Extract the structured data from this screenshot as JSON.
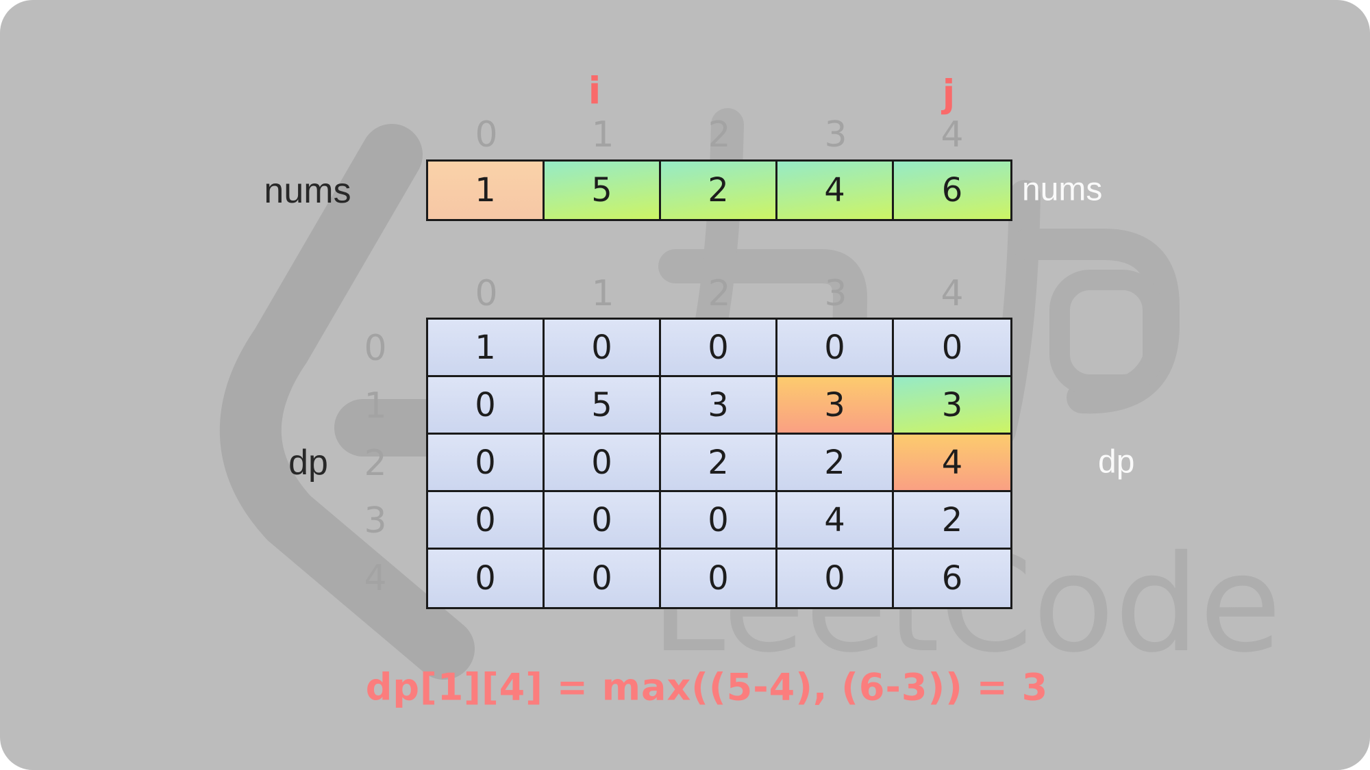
{
  "pointers": {
    "i": "i",
    "j": "j"
  },
  "nums": {
    "label_left": "nums",
    "label_right": "nums",
    "indices": [
      "0",
      "1",
      "2",
      "3",
      "4"
    ],
    "values": [
      "1",
      "5",
      "2",
      "4",
      "6"
    ]
  },
  "dp": {
    "label_left": "dp",
    "label_right": "dp",
    "col_indices": [
      "0",
      "1",
      "2",
      "3",
      "4"
    ],
    "row_indices": [
      "0",
      "1",
      "2",
      "3",
      "4"
    ],
    "rows": [
      [
        "1",
        "0",
        "0",
        "0",
        "0"
      ],
      [
        "0",
        "5",
        "3",
        "3",
        "3"
      ],
      [
        "0",
        "0",
        "2",
        "2",
        "4"
      ],
      [
        "0",
        "0",
        "0",
        "4",
        "2"
      ],
      [
        "0",
        "0",
        "0",
        "0",
        "6"
      ]
    ],
    "highlights": [
      {
        "row": 1,
        "col": 3,
        "style": "orange"
      },
      {
        "row": 1,
        "col": 4,
        "style": "green"
      },
      {
        "row": 2,
        "col": 4,
        "style": "orange"
      }
    ]
  },
  "formula": "dp[1][4] = max((5-4), (6-3)) = 3",
  "watermark": {
    "brand_text": "LeetCode",
    "cn_text": "力扣"
  },
  "colors": {
    "background": "#bcbcbc",
    "watermark_gray": "#aaaaaa",
    "cell_border": "#1a1a1a",
    "peach_cell": "#f8cca8",
    "green_cell_top": "#96eac6",
    "green_cell_bottom": "#cdf465",
    "blue_cell_top": "#dde4f6",
    "blue_cell_bottom": "#ccd6ef",
    "orange_cell_top": "#fccb6e",
    "orange_cell_bottom": "#faa083",
    "pointer_red": "#f96a6a",
    "formula_red": "#fb7d7d",
    "index_gray": "#a3a3a3",
    "label_dark": "#282828",
    "label_light": "#fafafa"
  }
}
